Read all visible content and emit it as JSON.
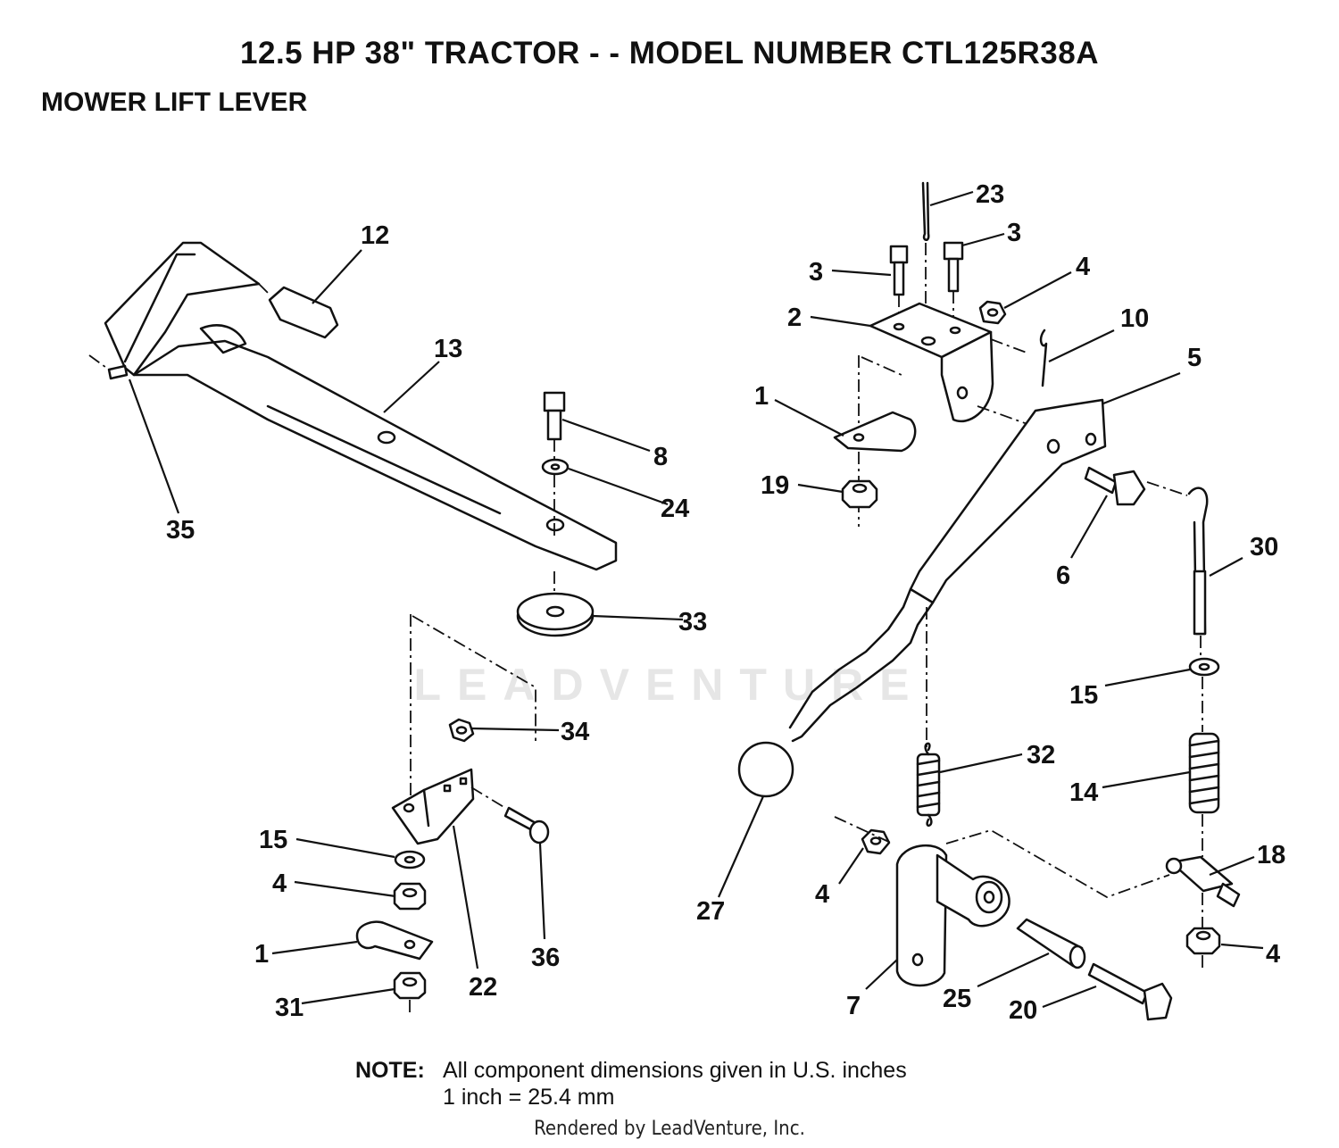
{
  "header": {
    "title": "12.5 HP 38\" TRACTOR - - MODEL NUMBER CTL125R38A",
    "subtitle": "MOWER LIFT LEVER"
  },
  "watermark": {
    "text": "LEADVENTURE"
  },
  "callouts": {
    "c12": "12",
    "c13": "13",
    "c35": "35",
    "c8": "8",
    "c24": "24",
    "c33": "33",
    "c34": "34",
    "c15a": "15",
    "c4a": "4",
    "c1a": "1",
    "c31": "31",
    "c22": "22",
    "c36": "36",
    "c23": "23",
    "c3a": "3",
    "c3b": "3",
    "c4b": "4",
    "c2": "2",
    "c10": "10",
    "c5": "5",
    "c1b": "1",
    "c19": "19",
    "c6": "6",
    "c30": "30",
    "c15b": "15",
    "c14": "14",
    "c32": "32",
    "c27": "27",
    "c18": "18",
    "c4c": "4",
    "c4d": "4",
    "c7": "7",
    "c25": "25",
    "c20": "20"
  },
  "note": {
    "label": "NOTE:",
    "line1": "All component dimensions given in U.S. inches",
    "line2": "1 inch = 25.4 mm"
  },
  "footer": {
    "text": "Rendered by LeadVenture, Inc."
  }
}
